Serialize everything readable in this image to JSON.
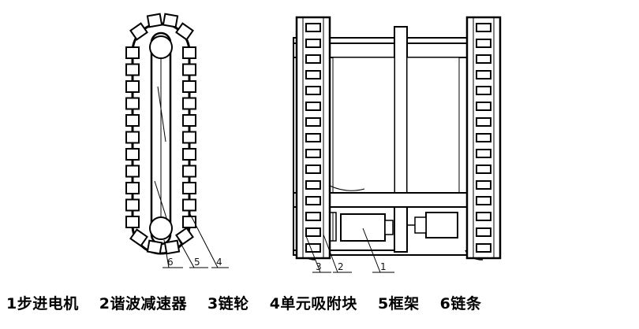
{
  "figure": {
    "callouts_side": [
      "6",
      "5",
      "4"
    ],
    "callouts_front": [
      "3",
      "2",
      "1"
    ]
  },
  "legend": [
    "1步进电机",
    "2谐波减速器",
    "3链轮",
    "4单元吸附块",
    "5框架",
    "6链条"
  ]
}
